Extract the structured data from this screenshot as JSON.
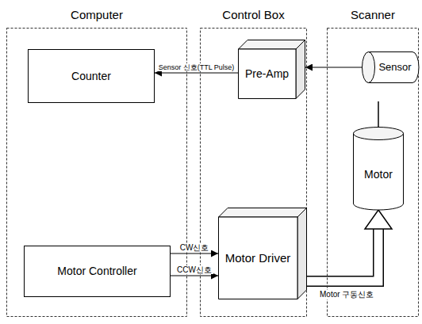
{
  "diagram": {
    "nodes": [
      {
        "text": [
          "Computer"
        ]
      },
      {
        "text": [
          "Counter"
        ],
        "in": 0
      },
      {
        "text": [
          "Motor Controller"
        ],
        "in": 0
      },
      {
        "text": [
          "Control Box"
        ]
      },
      {
        "text": [
          "Pre-Amp"
        ],
        "in": 3
      },
      {
        "text": [
          "Motor Driver"
        ],
        "in": 3
      },
      {
        "text": [
          "Scanner"
        ]
      },
      {
        "text": [
          "Sensor"
        ],
        "in": 6
      },
      {
        "text": [
          "Motor"
        ],
        "in": 6
      }
    ],
    "edges": [
      {
        "from": 7,
        "to": 4,
        "arrow": "to"
      },
      {
        "from": 4,
        "to": 1,
        "arrow": "to",
        "label": "Sensor 신호(TTL Pulse)"
      },
      {
        "from": 2,
        "to": 5,
        "arrow": "to",
        "label": "CW신호"
      },
      {
        "from": 2,
        "to": 5,
        "arrow": "to",
        "label": "CCW신호"
      },
      {
        "from": 5,
        "to": 8,
        "arrow": "to",
        "label": "Motor 구동신호"
      }
    ]
  }
}
